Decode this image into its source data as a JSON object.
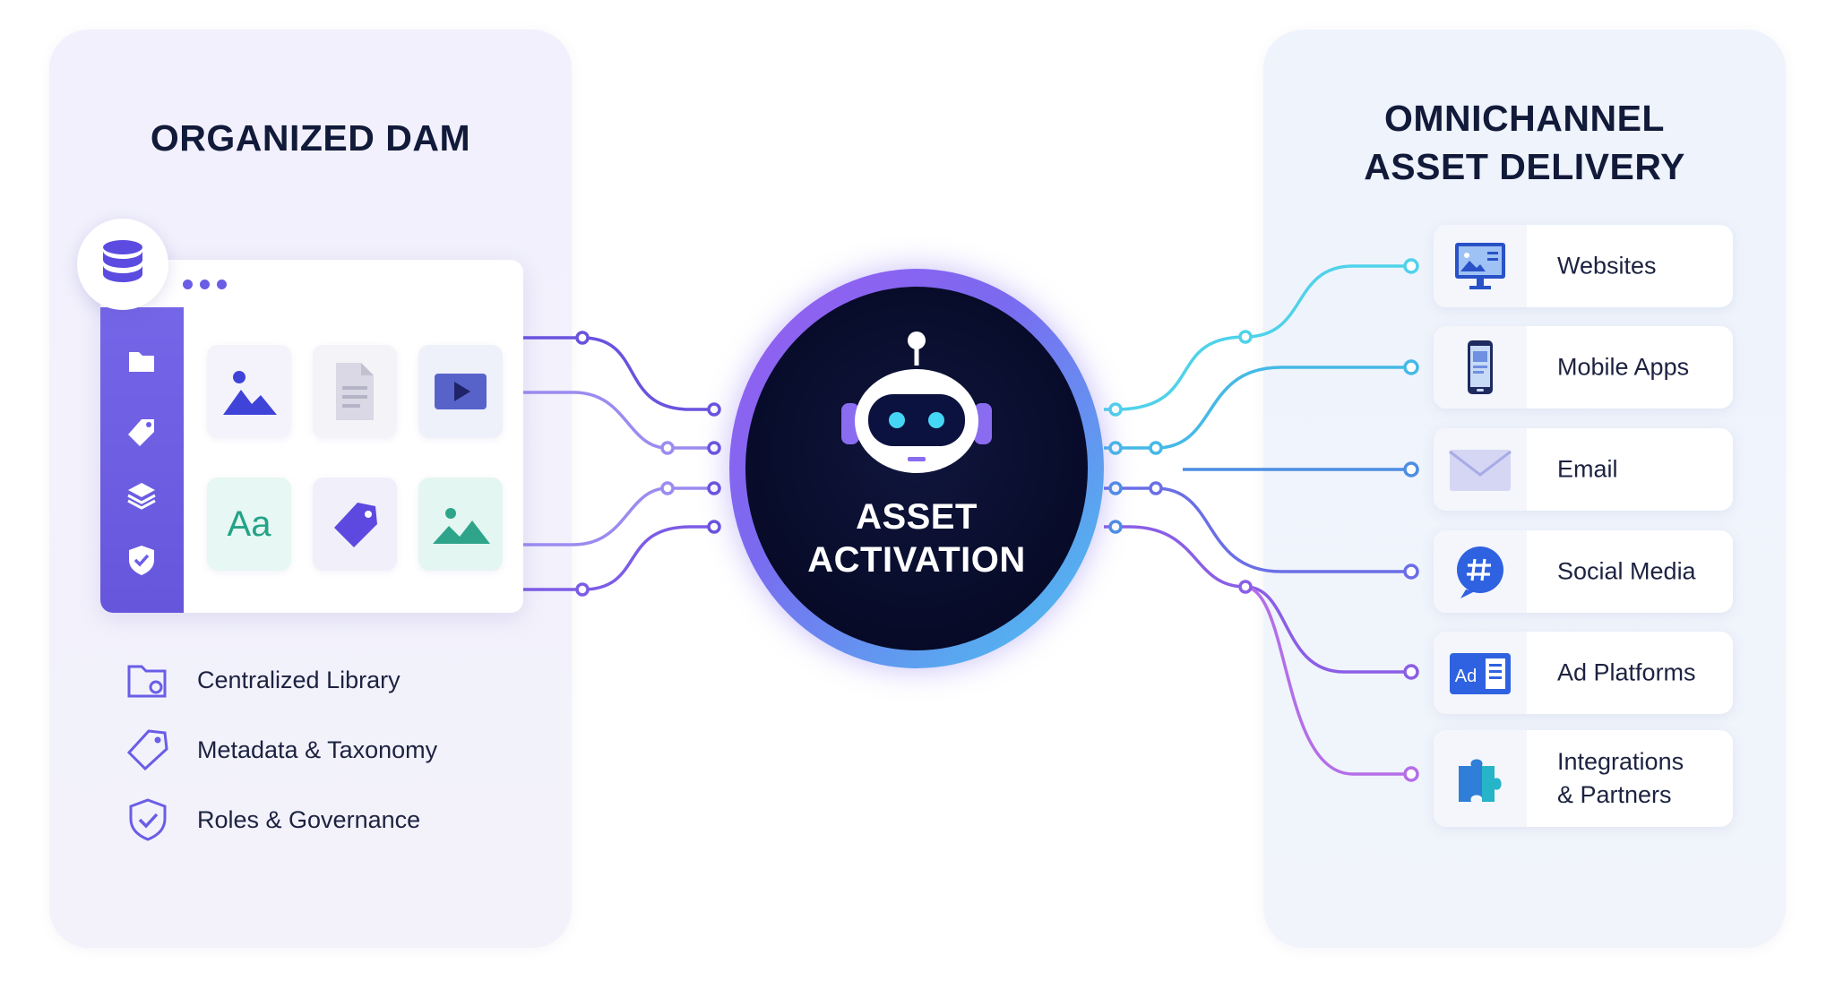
{
  "left_panel": {
    "title": "ORGANIZED DAM",
    "features": [
      {
        "label": "Centralized Library",
        "icon": "folder-icon"
      },
      {
        "label": "Metadata & Taxonomy",
        "icon": "tag-icon"
      },
      {
        "label": "Roles & Governance",
        "icon": "shield-check-icon"
      }
    ],
    "tiles": [
      "image-icon",
      "document-icon",
      "video-icon",
      "font-icon",
      "tag-icon",
      "image-icon"
    ],
    "tile_font_text": "Aa"
  },
  "center": {
    "line1": "ASSET",
    "line2": "ACTIVATION",
    "icon": "robot-icon"
  },
  "right_panel": {
    "title_line1": "OMNICHANNEL",
    "title_line2": "ASSET DELIVERY",
    "channels": [
      {
        "label": "Websites",
        "icon": "monitor-icon"
      },
      {
        "label": "Mobile Apps",
        "icon": "smartphone-icon"
      },
      {
        "label": "Email",
        "icon": "envelope-icon"
      },
      {
        "label": "Social Media",
        "icon": "hashtag-chat-icon"
      },
      {
        "label": "Ad Platforms",
        "icon": "ad-icon",
        "badge": "Ad"
      },
      {
        "label_line1": "Integrations",
        "label_line2": "& Partners",
        "icon": "puzzle-icon"
      }
    ]
  },
  "colors": {
    "accent_purple": "#6a5de6",
    "accent_cyan": "#48c6ef",
    "center_dark": "#070b28",
    "title_text": "#121a3a"
  }
}
